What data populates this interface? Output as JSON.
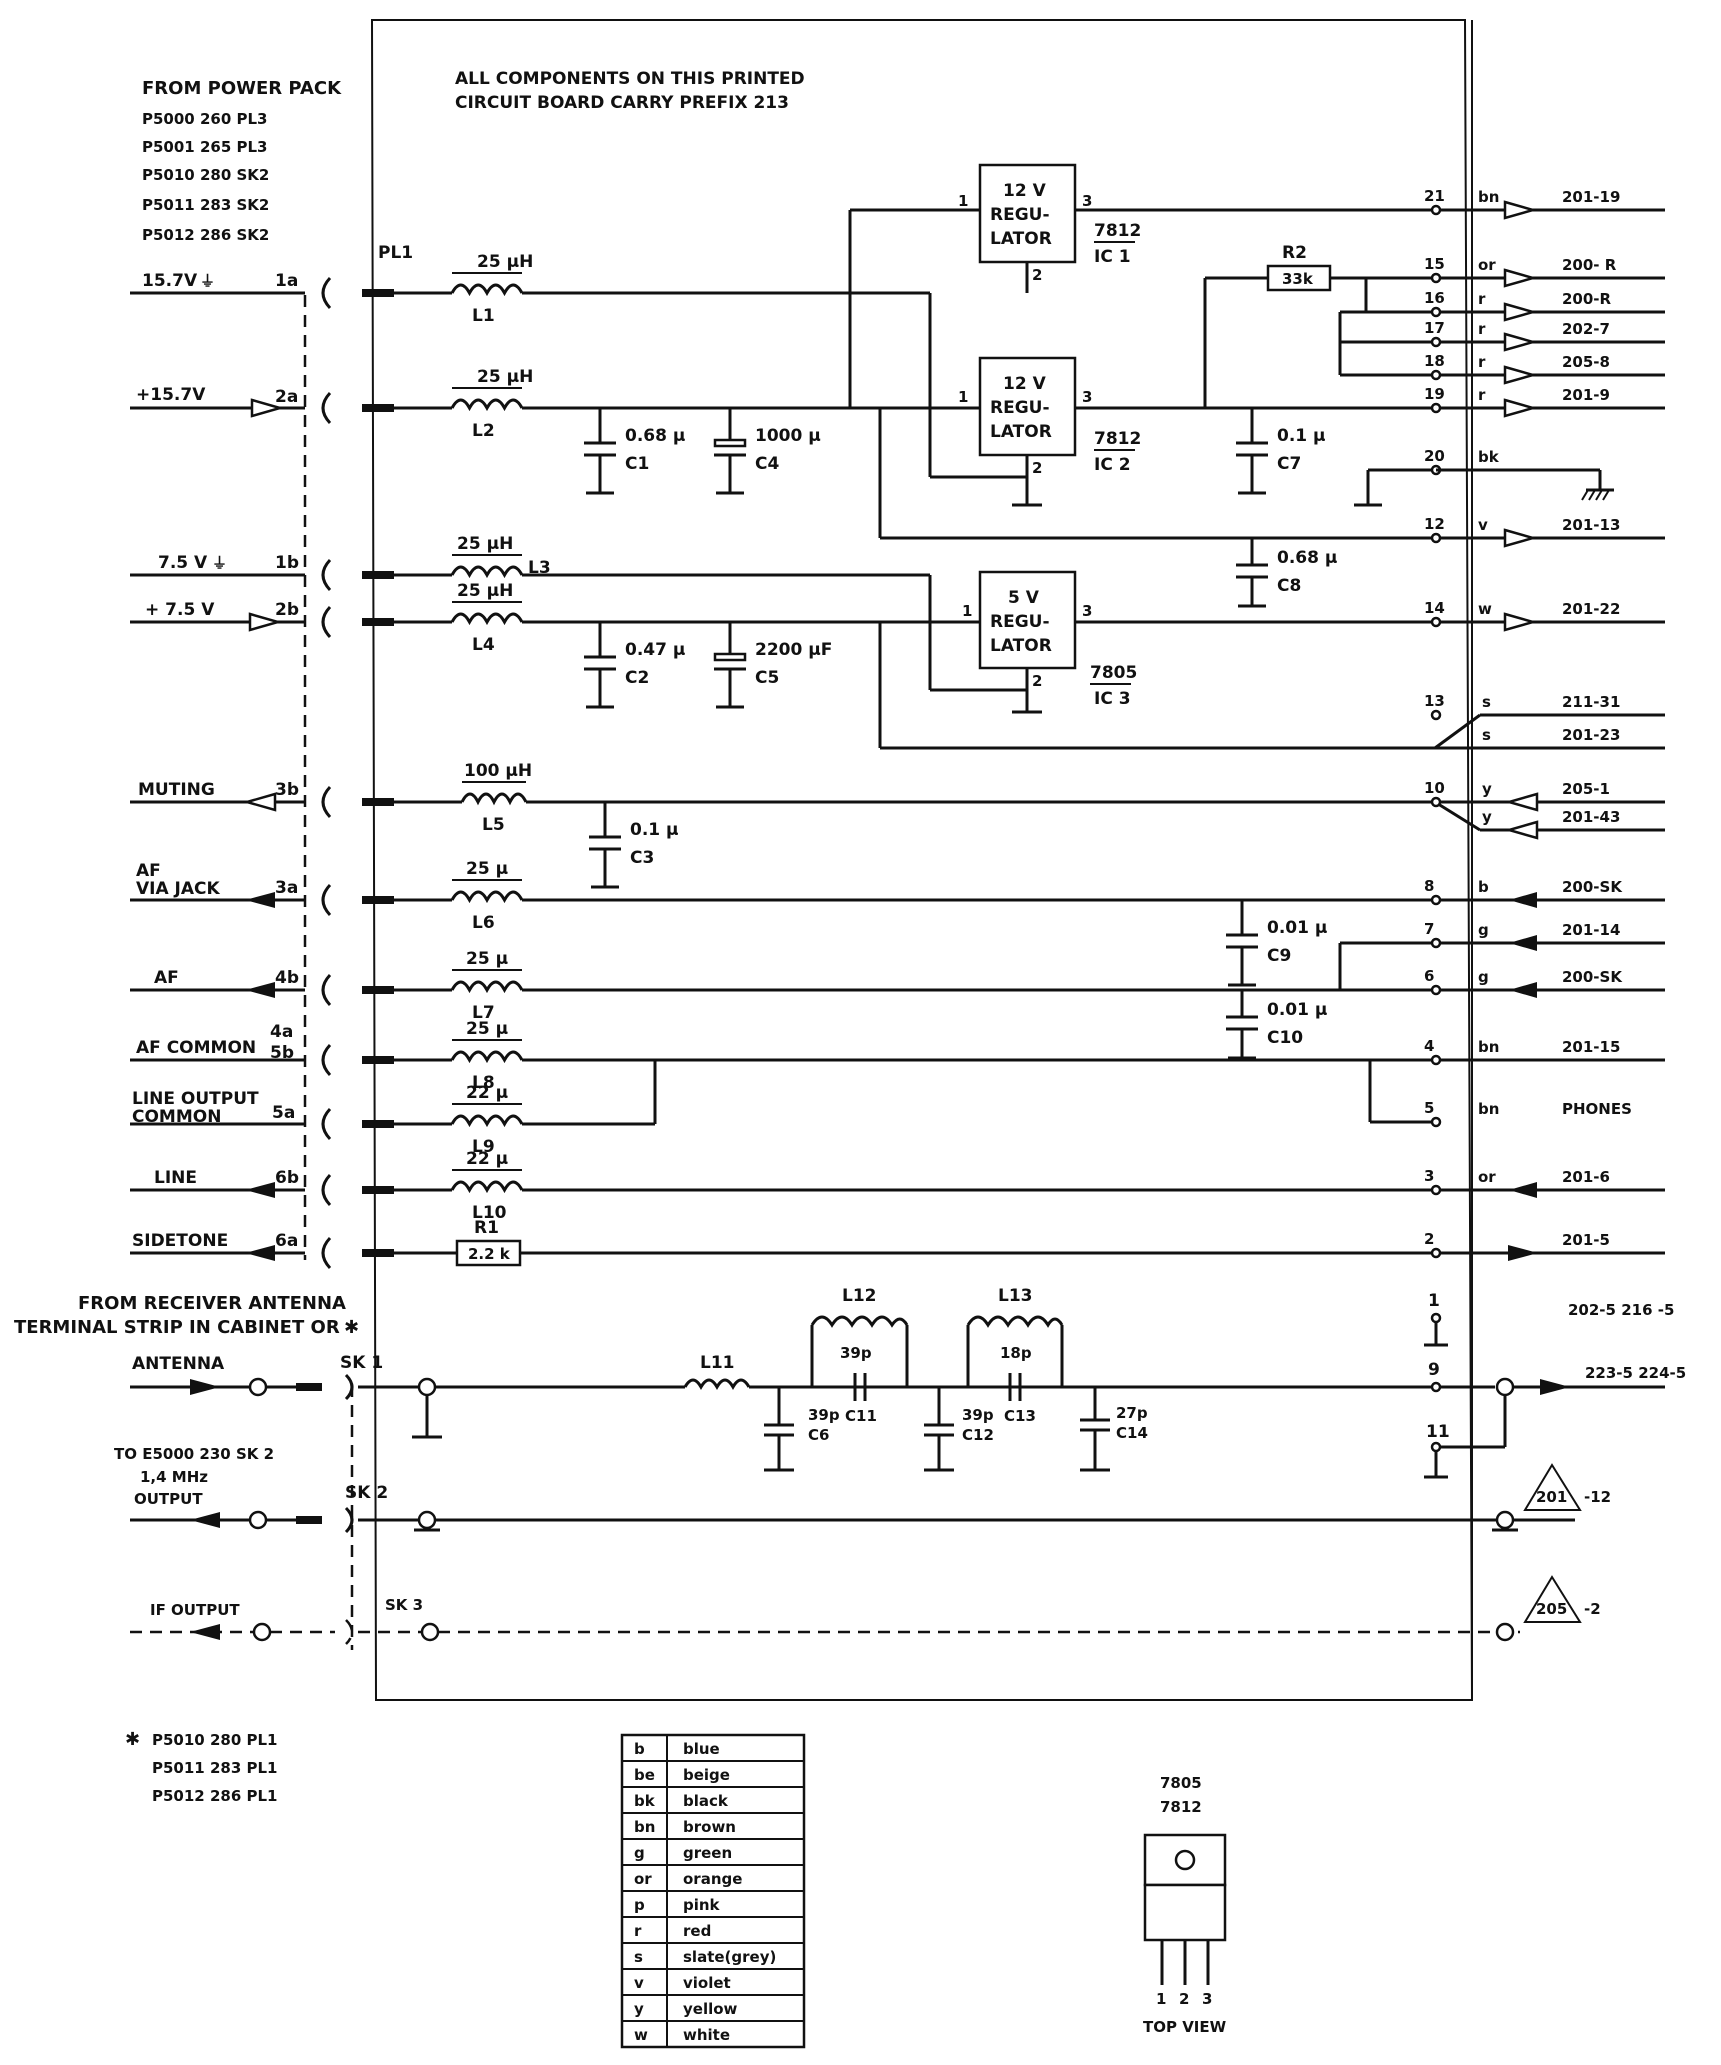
{
  "header": {
    "note_line1": "ALL COMPONENTS ON THIS PRINTED",
    "note_line2": "CIRCUIT BOARD CARRY PREFIX 213"
  },
  "power_pack": {
    "title": "FROM POWER PACK",
    "refs": [
      "P5000   260 PL3",
      "P5001   265 PL3",
      "P5010   280 SK2",
      "P5011   283 SK2",
      "P5012   286 SK2"
    ]
  },
  "connector_label": "PL1",
  "left_labels": {
    "v157_gnd": "15.7V",
    "v157": "+15.7V",
    "v75_gnd": "7.5 V",
    "v75": "+ 7.5 V",
    "muting": "MUTING",
    "af_via_jack_1": "AF",
    "af_via_jack_2": "VIA JACK",
    "af": "AF",
    "af_common": "AF COMMON",
    "line_output_1": "LINE OUTPUT",
    "line_output_2": "COMMON",
    "line": "LINE",
    "sidetone": "SIDETONE"
  },
  "pins": [
    "1a",
    "2a",
    "1b",
    "2b",
    "3b",
    "3a",
    "4b",
    "4a",
    "5b",
    "5a",
    "6b",
    "6a"
  ],
  "inductors": [
    {
      "value": "25 μH",
      "name": "L1"
    },
    {
      "value": "25 μH",
      "name": "L2"
    },
    {
      "value": "25 μH",
      "name": "L3"
    },
    {
      "value": "25 μH",
      "name": "L4"
    },
    {
      "value": "100 μH",
      "name": "L5"
    },
    {
      "value": "25 μ",
      "name": "L6"
    },
    {
      "value": "25 μ",
      "name": "L7"
    },
    {
      "value": "25 μ",
      "name": "L8"
    },
    {
      "value": "22 μ",
      "name": "L9"
    },
    {
      "value": "22 μ",
      "name": "L10"
    }
  ],
  "resistors": {
    "r1_name": "R1",
    "r1_value": "2.2 k",
    "r2_name": "R2",
    "r2_value": "33k"
  },
  "capacitors": [
    {
      "value": "0.68 μ",
      "name": "C1"
    },
    {
      "value": "1000 μ",
      "name": "C4"
    },
    {
      "value": "0.47 μ",
      "name": "C2"
    },
    {
      "value": "2200 μF",
      "name": "C5"
    },
    {
      "value": "0.1 μ",
      "name": "C3"
    },
    {
      "value": "0.1 μ",
      "name": "C7"
    },
    {
      "value": "0.68 μ",
      "name": "C8"
    },
    {
      "value": "0.01 μ",
      "name": "C9"
    },
    {
      "value": "0.01 μ",
      "name": "C10"
    }
  ],
  "regulators": [
    {
      "l1": "12 V",
      "l2": "REGU-",
      "l3": "LATOR",
      "part": "7812",
      "ic": "IC 1"
    },
    {
      "l1": "12 V",
      "l2": "REGU-",
      "l3": "LATOR",
      "part": "7812",
      "ic": "IC 2"
    },
    {
      "l1": "5 V",
      "l2": "REGU-",
      "l3": "LATOR",
      "part": "7805",
      "ic": "IC 3"
    }
  ],
  "reg_pins": [
    "1",
    "2",
    "3"
  ],
  "outputs": [
    {
      "term": "21",
      "color": "bn",
      "dest": "201-19"
    },
    {
      "term": "15",
      "color": "or",
      "dest": "200- R"
    },
    {
      "term": "16",
      "color": "r",
      "dest": "200-R"
    },
    {
      "term": "17",
      "color": "r",
      "dest": "202-7"
    },
    {
      "term": "18",
      "color": "r",
      "dest": "205-8"
    },
    {
      "term": "19",
      "color": "r",
      "dest": "201-9"
    },
    {
      "term": "20",
      "color": "bk",
      "dest": ""
    },
    {
      "term": "12",
      "color": "v",
      "dest": "201-13"
    },
    {
      "term": "14",
      "color": "w",
      "dest": "201-22"
    },
    {
      "term": "13",
      "color": "s",
      "dest": "211-31"
    },
    {
      "term": "",
      "color": "s",
      "dest": "201-23"
    },
    {
      "term": "10",
      "color": "y",
      "dest": "205-1"
    },
    {
      "term": "",
      "color": "y",
      "dest": "201-43"
    },
    {
      "term": "8",
      "color": "b",
      "dest": "200-SK"
    },
    {
      "term": "7",
      "color": "g",
      "dest": "201-14"
    },
    {
      "term": "6",
      "color": "g",
      "dest": "200-SK"
    },
    {
      "term": "4",
      "color": "bn",
      "dest": "201-15"
    },
    {
      "term": "5",
      "color": "bn",
      "dest": "PHONES"
    },
    {
      "term": "3",
      "color": "or",
      "dest": "201-6"
    },
    {
      "term": "2",
      "color": "",
      "dest": "201-5"
    }
  ],
  "antenna": {
    "from_1": "FROM RECEIVER ANTENNA",
    "from_2": "TERMINAL STRIP IN CABINET OR",
    "antenna": "ANTENNA",
    "sk1": "SK 1",
    "to_e5000": "TO E5000  230 SK 2",
    "mhz": "1,4 MHz",
    "output": "OUTPUT",
    "sk2": "SK 2",
    "if_output": "IF OUTPUT",
    "sk3": "SK 3",
    "l11": "L11",
    "l12": "L12",
    "l13": "L13",
    "c6": "39p",
    "c6n": "C6",
    "c11": "39p",
    "c11n": "C11",
    "c12": "39p",
    "c12n": "C12",
    "c13": "18p",
    "c13n": "C13",
    "c14": "27p",
    "c14n": "C14",
    "t1": "1",
    "t9": "9",
    "t11": "11",
    "dest_top": "202-5   216 -5",
    "dest_ant": "223-5   224-5",
    "tri_201": "201",
    "tri_201_suffix": "-12",
    "tri_205": "205",
    "tri_205_suffix": "-2"
  },
  "footnote": {
    "lines": [
      "P5010    280 PL1",
      "P5011    283 PL1",
      "P5012    286 PL1"
    ]
  },
  "legend": {
    "rows": [
      [
        "b",
        "blue"
      ],
      [
        "be",
        "beige"
      ],
      [
        "bk",
        "black"
      ],
      [
        "bn",
        "brown"
      ],
      [
        "g",
        "green"
      ],
      [
        "or",
        "orange"
      ],
      [
        "p",
        "pink"
      ],
      [
        "r",
        "red"
      ],
      [
        "s",
        "slate(grey)"
      ],
      [
        "v",
        "violet"
      ],
      [
        "y",
        "yellow"
      ],
      [
        "w",
        "white"
      ]
    ]
  },
  "package": {
    "line1": "7805",
    "line2": "7812",
    "pins": [
      "1",
      "2",
      "3"
    ],
    "caption": "TOP VIEW"
  }
}
